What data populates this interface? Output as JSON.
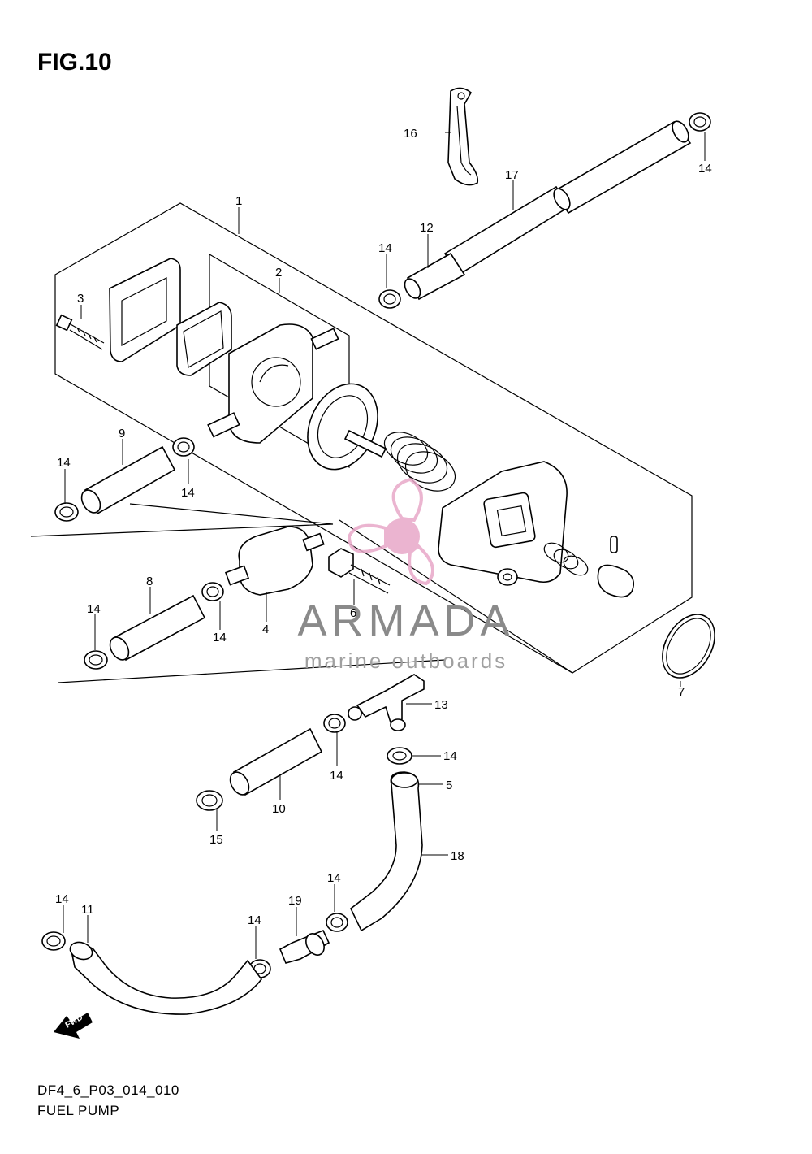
{
  "figure": {
    "title": "FIG.10",
    "code": "DF4_6_P03_014_010",
    "name": "FUEL PUMP",
    "fwd_label": "FWD"
  },
  "watermark": {
    "brand": "ARMADA",
    "tagline": "marine outboards",
    "brand_color": "#8a8a8a",
    "logo_color": "#e8a8c8"
  },
  "callouts": [
    "1",
    "2",
    "3",
    "4",
    "5",
    "6",
    "7",
    "8",
    "9",
    "10",
    "11",
    "12",
    "13",
    "14",
    "15",
    "16",
    "17",
    "18",
    "19"
  ]
}
